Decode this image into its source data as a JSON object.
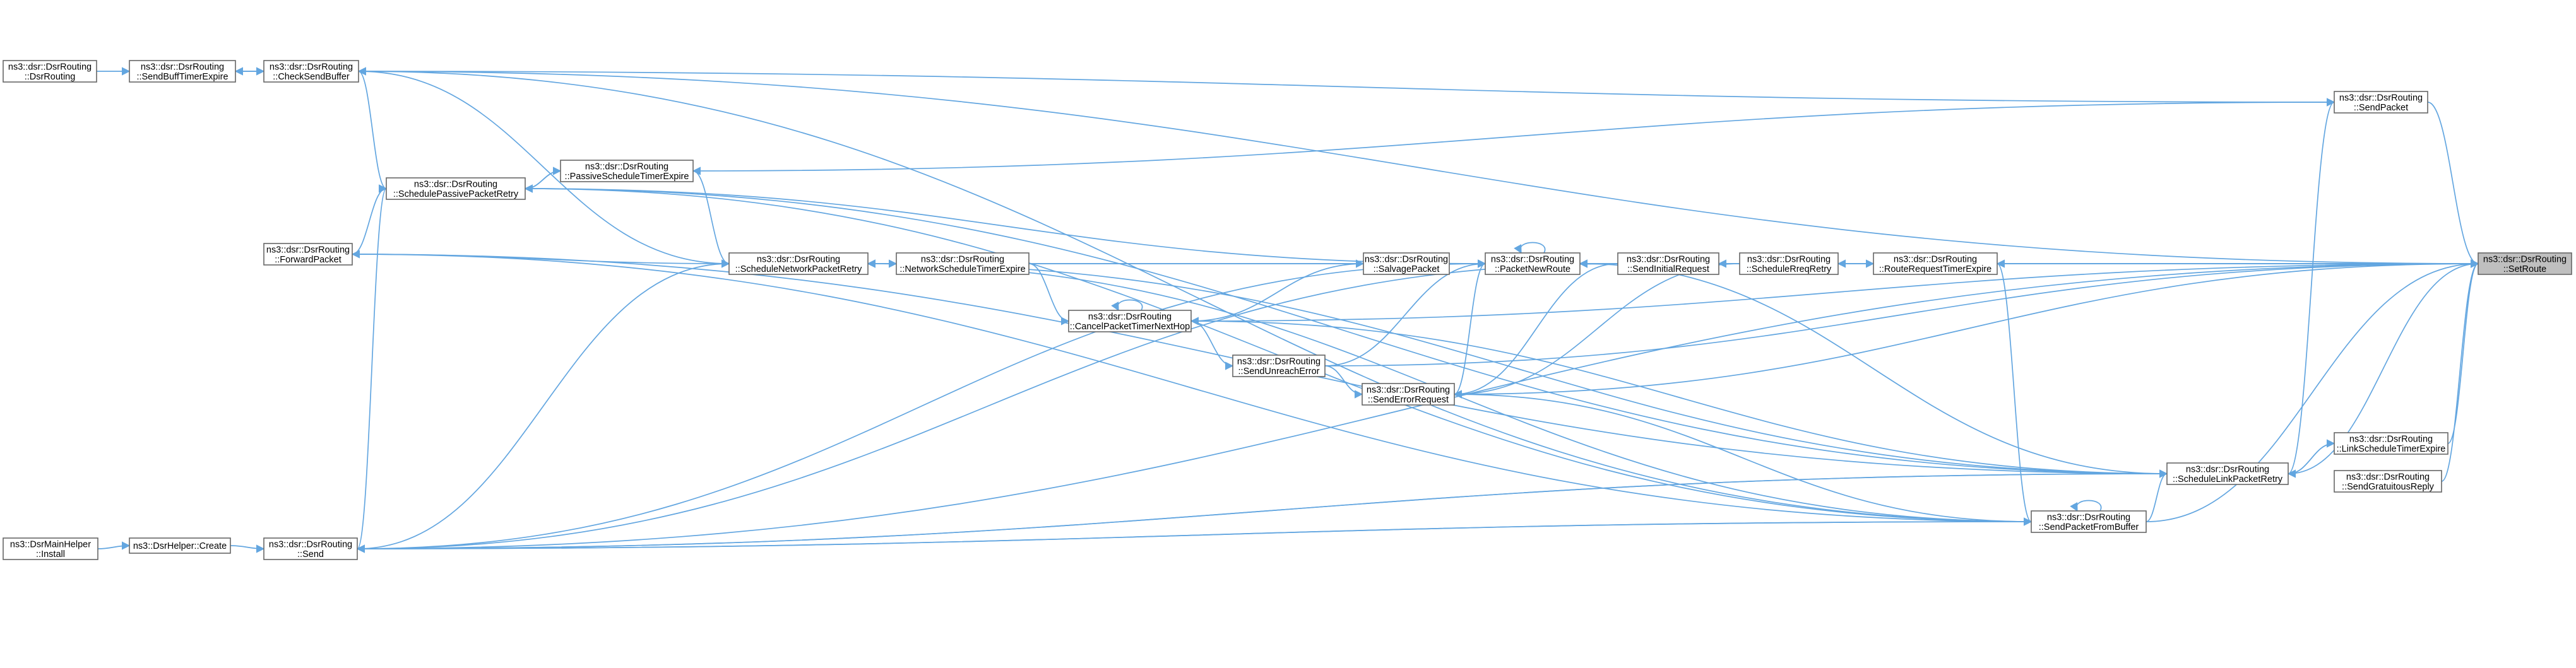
{
  "title": "ns3::dsr::DsrRouting::SetRoute caller graph",
  "colors": {
    "edge": "#63a6e0",
    "node_border": "#666666",
    "root_fill": "#bfbfbf"
  },
  "nodes": [
    {
      "id": "setroute",
      "lines": [
        "ns3::dsr::DsrRouting",
        "::SetRoute"
      ],
      "root": true
    },
    {
      "id": "sendpacket",
      "lines": [
        "ns3::dsr::DsrRouting",
        "::SendPacket"
      ]
    },
    {
      "id": "routerequesttimerexpire",
      "lines": [
        "ns3::dsr::DsrRouting",
        "::RouteRequestTimerExpire"
      ]
    },
    {
      "id": "linkscheduletimerexpire",
      "lines": [
        "ns3::dsr::DsrRouting",
        "::LinkScheduleTimerExpire"
      ]
    },
    {
      "id": "sendgratuitousreply",
      "lines": [
        "ns3::dsr::DsrRouting",
        "::SendGratuitousReply"
      ]
    },
    {
      "id": "schedulelinkpacketretry",
      "lines": [
        "ns3::dsr::DsrRouting",
        "::ScheduleLinkPacketRetry"
      ]
    },
    {
      "id": "sendpacketfrombuffer",
      "lines": [
        "ns3::dsr::DsrRouting",
        "::SendPacketFromBuffer"
      ]
    },
    {
      "id": "schedulerreqretry",
      "lines": [
        "ns3::dsr::DsrRouting",
        "::ScheduleRreqRetry"
      ]
    },
    {
      "id": "sendinitialrequest",
      "lines": [
        "ns3::dsr::DsrRouting",
        "::SendInitialRequest"
      ]
    },
    {
      "id": "packetnewroute",
      "lines": [
        "ns3::dsr::DsrRouting",
        "::PacketNewRoute"
      ]
    },
    {
      "id": "salvagepacket",
      "lines": [
        "ns3::dsr::DsrRouting",
        "::SalvagePacket"
      ]
    },
    {
      "id": "senderrorrequest",
      "lines": [
        "ns3::dsr::DsrRouting",
        "::SendErrorRequest"
      ]
    },
    {
      "id": "sendunreacherror",
      "lines": [
        "ns3::dsr::DsrRouting",
        "::SendUnreachError"
      ]
    },
    {
      "id": "cancelpackettimernexthop",
      "lines": [
        "ns3::dsr::DsrRouting",
        "::CancelPacketTimerNextHop"
      ]
    },
    {
      "id": "networkscheduletimerexpire",
      "lines": [
        "ns3::dsr::DsrRouting",
        "::NetworkScheduleTimerExpire"
      ]
    },
    {
      "id": "schedulenetworkpacketretry",
      "lines": [
        "ns3::dsr::DsrRouting",
        "::ScheduleNetworkPacketRetry"
      ]
    },
    {
      "id": "passivescheduletimerexpire",
      "lines": [
        "ns3::dsr::DsrRouting",
        "::PassiveScheduleTimerExpire"
      ]
    },
    {
      "id": "schedulepassivepacketretry",
      "lines": [
        "ns3::dsr::DsrRouting",
        "::SchedulePassivePacketRetry"
      ]
    },
    {
      "id": "forwardpacket",
      "lines": [
        "ns3::dsr::DsrRouting",
        "::ForwardPacket"
      ]
    },
    {
      "id": "checksendbuffer",
      "lines": [
        "ns3::dsr::DsrRouting",
        "::CheckSendBuffer"
      ]
    },
    {
      "id": "sendbufftimerexpire",
      "lines": [
        "ns3::dsr::DsrRouting",
        "::SendBuffTimerExpire"
      ]
    },
    {
      "id": "dsrrouting",
      "lines": [
        "ns3::dsr::DsrRouting",
        "::DsrRouting"
      ]
    },
    {
      "id": "send",
      "lines": [
        "ns3::dsr::DsrRouting",
        "::Send"
      ]
    },
    {
      "id": "dsrhelpercreate",
      "lines": [
        "ns3::DsrHelper::Create"
      ]
    },
    {
      "id": "dsrmainhelperinstall",
      "lines": [
        "ns3::DsrMainHelper",
        "::Install"
      ]
    }
  ],
  "edges": [
    {
      "from": "sendpacket",
      "to": "setroute"
    },
    {
      "from": "routerequesttimerexpire",
      "to": "setroute"
    },
    {
      "from": "linkscheduletimerexpire",
      "to": "setroute"
    },
    {
      "from": "sendgratuitousreply",
      "to": "setroute"
    },
    {
      "from": "schedulelinkpacketretry",
      "to": "setroute"
    },
    {
      "from": "sendpacketfrombuffer",
      "to": "setroute"
    },
    {
      "from": "packetnewroute",
      "to": "setroute"
    },
    {
      "from": "salvagepacket",
      "to": "setroute"
    },
    {
      "from": "senderrorrequest",
      "to": "setroute"
    },
    {
      "from": "sendunreacherror",
      "to": "setroute"
    },
    {
      "from": "cancelpackettimernexthop",
      "to": "setroute"
    },
    {
      "from": "schedulenetworkpacketretry",
      "to": "setroute"
    },
    {
      "from": "checksendbuffer",
      "to": "setroute"
    },
    {
      "from": "send",
      "to": "setroute"
    },
    {
      "from": "schedulelinkpacketretry",
      "to": "sendpacket"
    },
    {
      "from": "passivescheduletimerexpire",
      "to": "sendpacket"
    },
    {
      "from": "checksendbuffer",
      "to": "sendpacket"
    },
    {
      "from": "schedulelinkpacketretry",
      "to": "linkscheduletimerexpire"
    },
    {
      "from": "linkscheduletimerexpire",
      "to": "schedulelinkpacketretry"
    },
    {
      "from": "sendpacketfrombuffer",
      "to": "schedulelinkpacketretry"
    },
    {
      "from": "send",
      "to": "schedulelinkpacketretry"
    },
    {
      "from": "forwardpacket",
      "to": "schedulelinkpacketretry"
    },
    {
      "from": "sendpacketfrombuffer",
      "to": "sendpacketfrombuffer"
    },
    {
      "from": "checksendbuffer",
      "to": "sendpacketfrombuffer"
    },
    {
      "from": "send",
      "to": "sendpacketfrombuffer"
    },
    {
      "from": "routerequesttimerexpire",
      "to": "schedulerreqretry"
    },
    {
      "from": "schedulerreqretry",
      "to": "routerequesttimerexpire"
    },
    {
      "from": "sendpacketfrombuffer",
      "to": "routerequesttimerexpire"
    },
    {
      "from": "schedulerreqretry",
      "to": "sendinitialrequest"
    },
    {
      "from": "schedulerreqretry",
      "to": "packetnewroute"
    },
    {
      "from": "sendinitialrequest",
      "to": "packetnewroute"
    },
    {
      "from": "packetnewroute",
      "to": "packetnewroute"
    },
    {
      "from": "routerequesttimerexpire",
      "to": "packetnewroute"
    },
    {
      "from": "schedulelinkpacketretry",
      "to": "packetnewroute"
    },
    {
      "from": "salvagepacket",
      "to": "packetnewroute"
    },
    {
      "from": "sendunreacherror",
      "to": "packetnewroute"
    },
    {
      "from": "senderrorrequest",
      "to": "packetnewroute"
    },
    {
      "from": "send",
      "to": "packetnewroute"
    },
    {
      "from": "sendinitialrequest",
      "to": "senderrorrequest"
    },
    {
      "from": "sendpacketfrombuffer",
      "to": "senderrorrequest"
    },
    {
      "from": "schedulerreqretry",
      "to": "senderrorrequest"
    },
    {
      "from": "sendinitialrequest",
      "to": "send"
    },
    {
      "from": "sendunreacherror",
      "to": "senderrorrequest"
    },
    {
      "from": "packetnewroute",
      "to": "schedulenetworkpacketretry"
    },
    {
      "from": "cancelpackettimernexthop",
      "to": "salvagepacket"
    },
    {
      "from": "packetnewroute",
      "to": "schedulepassivepacketretry"
    },
    {
      "from": "schedulelinkpacketretry",
      "to": "cancelpackettimernexthop"
    },
    {
      "from": "cancelpackettimernexthop",
      "to": "cancelpackettimernexthop"
    },
    {
      "from": "cancelpackettimernexthop",
      "to": "sendunreacherror"
    },
    {
      "from": "networkscheduletimerexpire",
      "to": "cancelpackettimernexthop"
    },
    {
      "from": "schedulenetworkpacketretry",
      "to": "networkscheduletimerexpire"
    },
    {
      "from": "networkscheduletimerexpire",
      "to": "schedulenetworkpacketretry"
    },
    {
      "from": "sendpacketfrombuffer",
      "to": "schedulenetworkpacketretry"
    },
    {
      "from": "schedulelinkpacketretry",
      "to": "schedulenetworkpacketretry"
    },
    {
      "from": "forwardpacket",
      "to": "schedulenetworkpacketretry"
    },
    {
      "from": "send",
      "to": "schedulenetworkpacketretry"
    },
    {
      "from": "schedulenetworkpacketretry",
      "to": "checksendbuffer"
    },
    {
      "from": "schedulenetworkpacketretry",
      "to": "passivescheduletimerexpire"
    },
    {
      "from": "schedulepassivepacketretry",
      "to": "passivescheduletimerexpire"
    },
    {
      "from": "passivescheduletimerexpire",
      "to": "schedulepassivepacketretry"
    },
    {
      "from": "sendpacketfrombuffer",
      "to": "schedulepassivepacketretry"
    },
    {
      "from": "schedulelinkpacketretry",
      "to": "schedulepassivepacketretry"
    },
    {
      "from": "forwardpacket",
      "to": "schedulepassivepacketretry"
    },
    {
      "from": "send",
      "to": "schedulepassivepacketretry"
    },
    {
      "from": "schedulepassivepacketretry",
      "to": "checksendbuffer"
    },
    {
      "from": "sendpacketfrombuffer",
      "to": "send"
    },
    {
      "from": "schedulelinkpacketretry",
      "to": "send"
    },
    {
      "from": "sendpacketfrombuffer",
      "to": "forwardpacket"
    },
    {
      "from": "sendbufftimerexpire",
      "to": "checksendbuffer"
    },
    {
      "from": "checksendbuffer",
      "to": "sendbufftimerexpire"
    },
    {
      "from": "dsrrouting",
      "to": "sendbufftimerexpire"
    },
    {
      "from": "dsrhelpercreate",
      "to": "send"
    },
    {
      "from": "dsrmainhelperinstall",
      "to": "dsrhelpercreate"
    }
  ]
}
